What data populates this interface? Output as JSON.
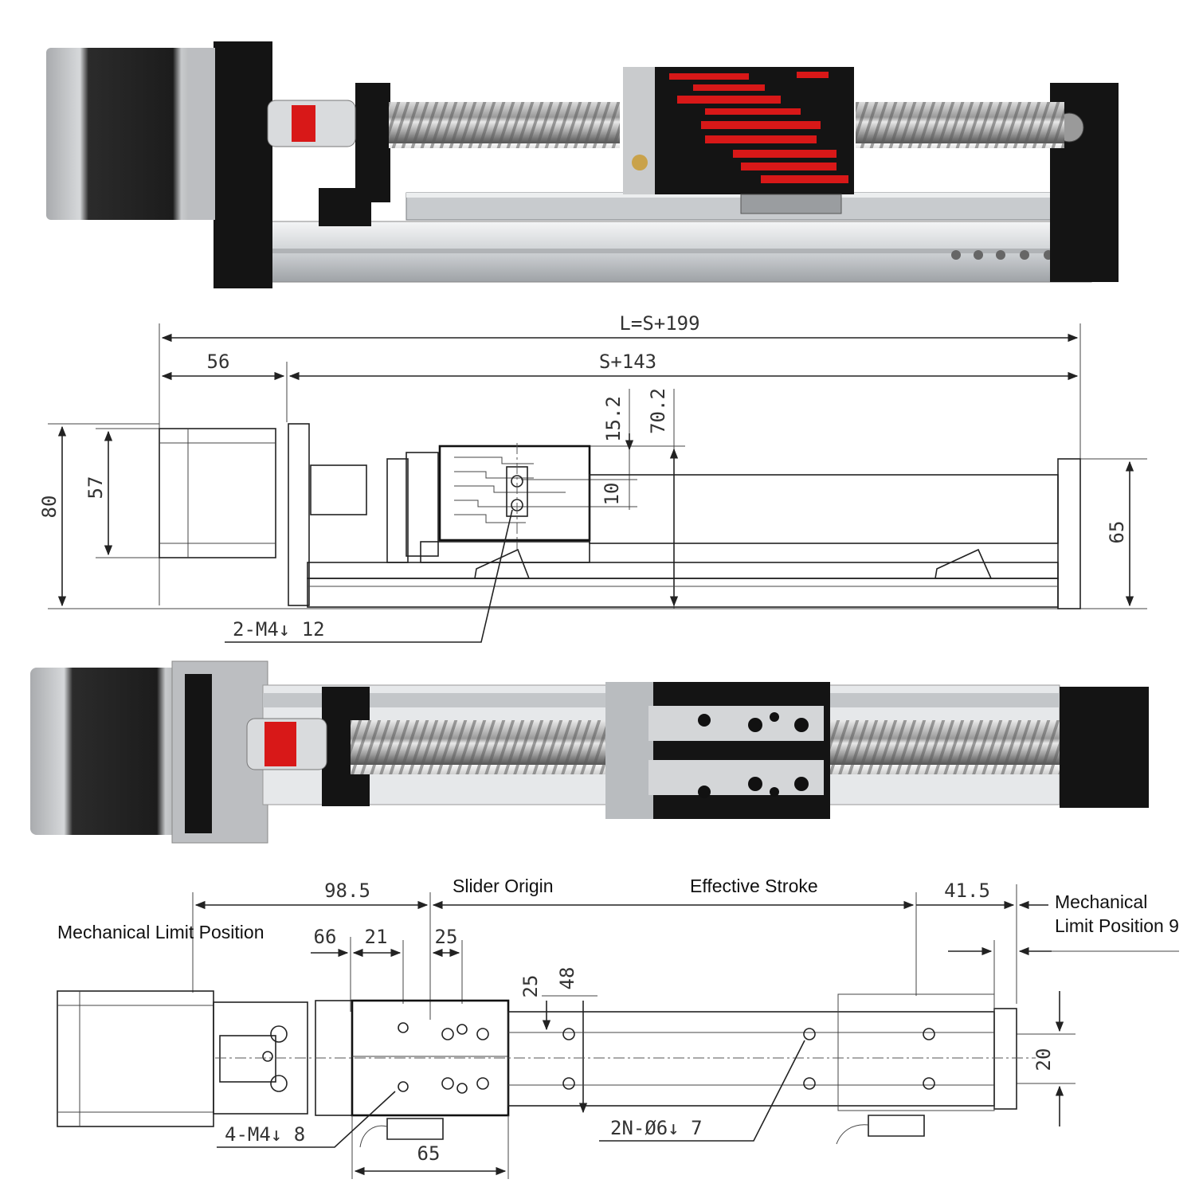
{
  "top_view_dims": {
    "overall_length": "L=S+199",
    "motor_length": "56",
    "body_length": "S+143",
    "dim_15_2": "15.2",
    "dim_70_2": "70.2",
    "dim_10": "10",
    "height_80": "80",
    "motor_57": "57",
    "end_65": "65",
    "slider_holes": "2-M4↓ 12"
  },
  "bottom_view_dims": {
    "dim_98_5": "98.5",
    "slider_origin": "Slider Origin",
    "effective_stroke": "Effective Stroke",
    "dim_41_5": "41.5",
    "mech_limit_right_1": "Mechanical",
    "mech_limit_right_2": "Limit Position 9",
    "mech_limit_left": "Mechanical Limit Position",
    "dim_66": "66",
    "dim_21": "21",
    "dim_25_top": "25",
    "dim_25_side": "25",
    "dim_48": "48",
    "dim_20": "20",
    "dim_65": "65",
    "slider_holes": "4-M4↓ 8",
    "rail_holes": "2N-Ø6↓ 7"
  },
  "colors": {
    "anodized_red": "#d81818",
    "black_part": "#141414",
    "aluminium": "#d8dadc"
  }
}
